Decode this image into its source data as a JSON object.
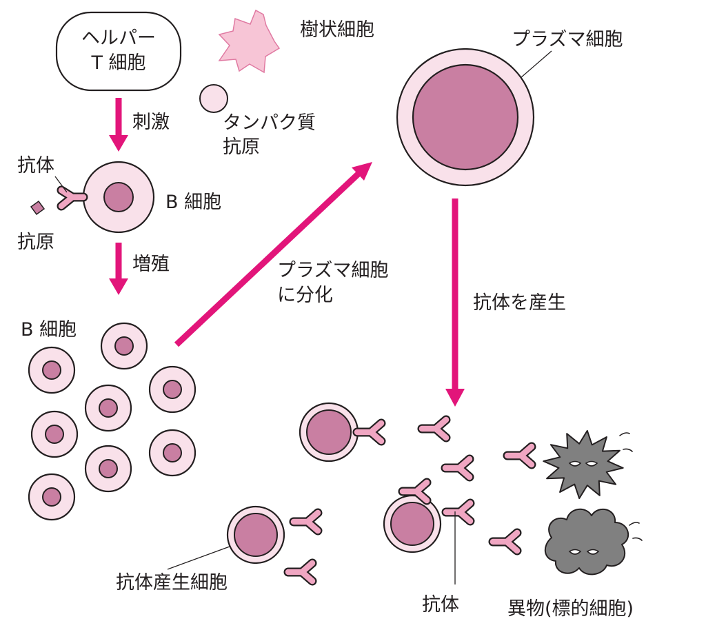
{
  "labels": {
    "helper_t": [
      "ヘルパー",
      "T 細胞"
    ],
    "dendritic": "樹状細胞",
    "plasma_cell": "プラズマ細胞",
    "stimulation": "刺激",
    "protein_antigen": [
      "タンパク質",
      "抗原"
    ],
    "antibody_top": "抗体",
    "b_cell": "B 細胞",
    "antigen": "抗原",
    "proliferation": "増殖",
    "differentiate": [
      "プラズマ細胞",
      "に分化"
    ],
    "produce_antibody": "抗体を産生",
    "b_cells_group": "B 細胞",
    "antibody_producing": "抗体産生細胞",
    "antibody_bottom": "抗体",
    "foreign": "異物(標的細胞)"
  },
  "colors": {
    "arrow": "#e2157a",
    "cell_light": "#f9e1ea",
    "cell_nucleus": "#c97fa2",
    "antibody": "#f0a6c2",
    "foreign_body": "#808080"
  }
}
